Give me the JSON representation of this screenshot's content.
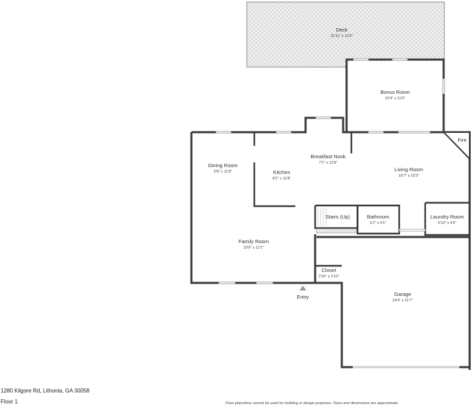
{
  "rooms": {
    "deck": {
      "name": "Deck",
      "dims": "31'11\" x 10'6\""
    },
    "bonus": {
      "name": "Bonus Room",
      "dims": "15'4\" x 11'5\""
    },
    "fire": {
      "name": "Fire",
      "dims": ""
    },
    "dining": {
      "name": "Dining Room",
      "dims": "9'8\" x 11'8\""
    },
    "kitchen": {
      "name": "Kitchen",
      "dims": "8'2\" x 11'8\""
    },
    "breakfast": {
      "name": "Breakfast Nook",
      "dims": "7'1\" x 13'8\""
    },
    "living": {
      "name": "Living Room",
      "dims": "18'7\" x 15'3\""
    },
    "stairs": {
      "name": "Stairs (Up)",
      "dims": ""
    },
    "bathroom": {
      "name": "Bathroom",
      "dims": "6'2\" x 4'1\""
    },
    "laundry": {
      "name": "Laundry Room",
      "dims": "6'10\" x 4'9\""
    },
    "family": {
      "name": "Family Room",
      "dims": "19'9\" x 12'1\""
    },
    "closet": {
      "name": "Closet",
      "dims": "2'10\" x 2'10\""
    },
    "garage": {
      "name": "Garage",
      "dims": "24'4\" x 21'7\""
    }
  },
  "entry": "Entry",
  "footer": {
    "address": "1280 Kilgore Rd, Lithonia, GA 30058",
    "floor": "Floor 1",
    "disclaimer": "Floor plans/tour cannot be used for building or design purposes. Sizes and dimensions are approximate."
  },
  "colors": {
    "wall": "#3a3a3a",
    "deck_fill": "#ececec",
    "window": "#cfcfcf",
    "stairs": "#bdbdbd"
  }
}
